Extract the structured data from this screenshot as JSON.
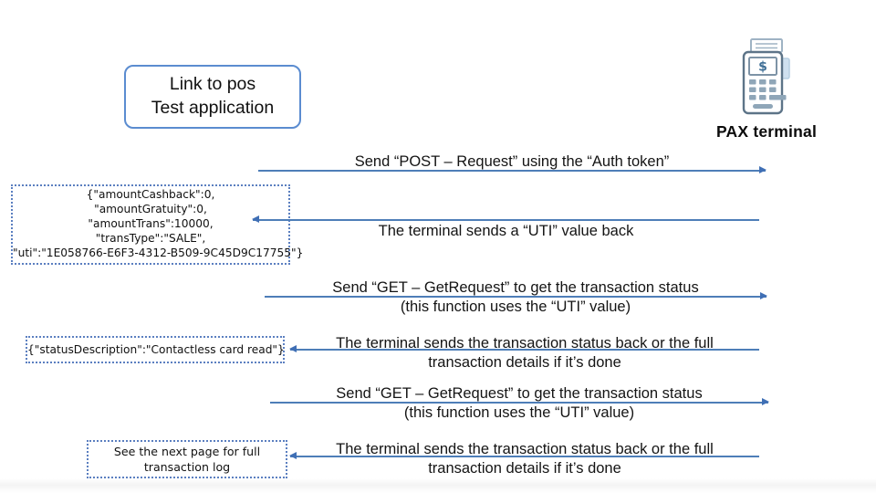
{
  "slide": {
    "background_color": "#ffffff",
    "accent_color": "#4472C4",
    "line_color": "#4E7EB8",
    "note_border_color": "#5B7FC0"
  },
  "actors": {
    "client": {
      "line1": "Link to pos",
      "line2": "Test application"
    },
    "terminal": {
      "label": "PAX terminal",
      "icon": "pax-payment-terminal-icon",
      "screen_glyph": "$"
    }
  },
  "messages": [
    {
      "id": "post-request",
      "direction": "right",
      "line1": "Send “POST – Request” using the “Auth token”",
      "line2": ""
    },
    {
      "id": "uti-response",
      "direction": "left",
      "line1": "The terminal sends a “UTI” value back",
      "line2": ""
    },
    {
      "id": "get-status-1",
      "direction": "right",
      "line1": "Send “GET – GetRequest” to get the transaction status",
      "line2": "(this function uses the “UTI” value)"
    },
    {
      "id": "status-response-1",
      "direction": "left",
      "line1": "The terminal sends the transaction status back or the full",
      "line2": "transaction details if it’s done"
    },
    {
      "id": "get-status-2",
      "direction": "right",
      "line1": "Send “GET – GetRequest” to get the transaction status",
      "line2": "(this function uses the “UTI” value)"
    },
    {
      "id": "status-response-2",
      "direction": "left",
      "line1": "The terminal sends the transaction status back or the full",
      "line2": "transaction details if it’s done"
    }
  ],
  "notes": {
    "json_payload": {
      "lines": [
        "{\"amountCashback\":0,",
        "\"amountGratuity\":0,",
        "\"amountTrans\":10000,",
        "\"transType\":\"SALE\",",
        "\"uti\":\"1E058766-E6F3-4312-B509-9C45D9C17755\"}"
      ]
    },
    "status_payload": {
      "lines": [
        "{\"statusDescription\":\"Contactless card read\"}"
      ]
    },
    "next_page": {
      "lines": [
        "See the next page for full",
        "transaction log"
      ]
    }
  }
}
